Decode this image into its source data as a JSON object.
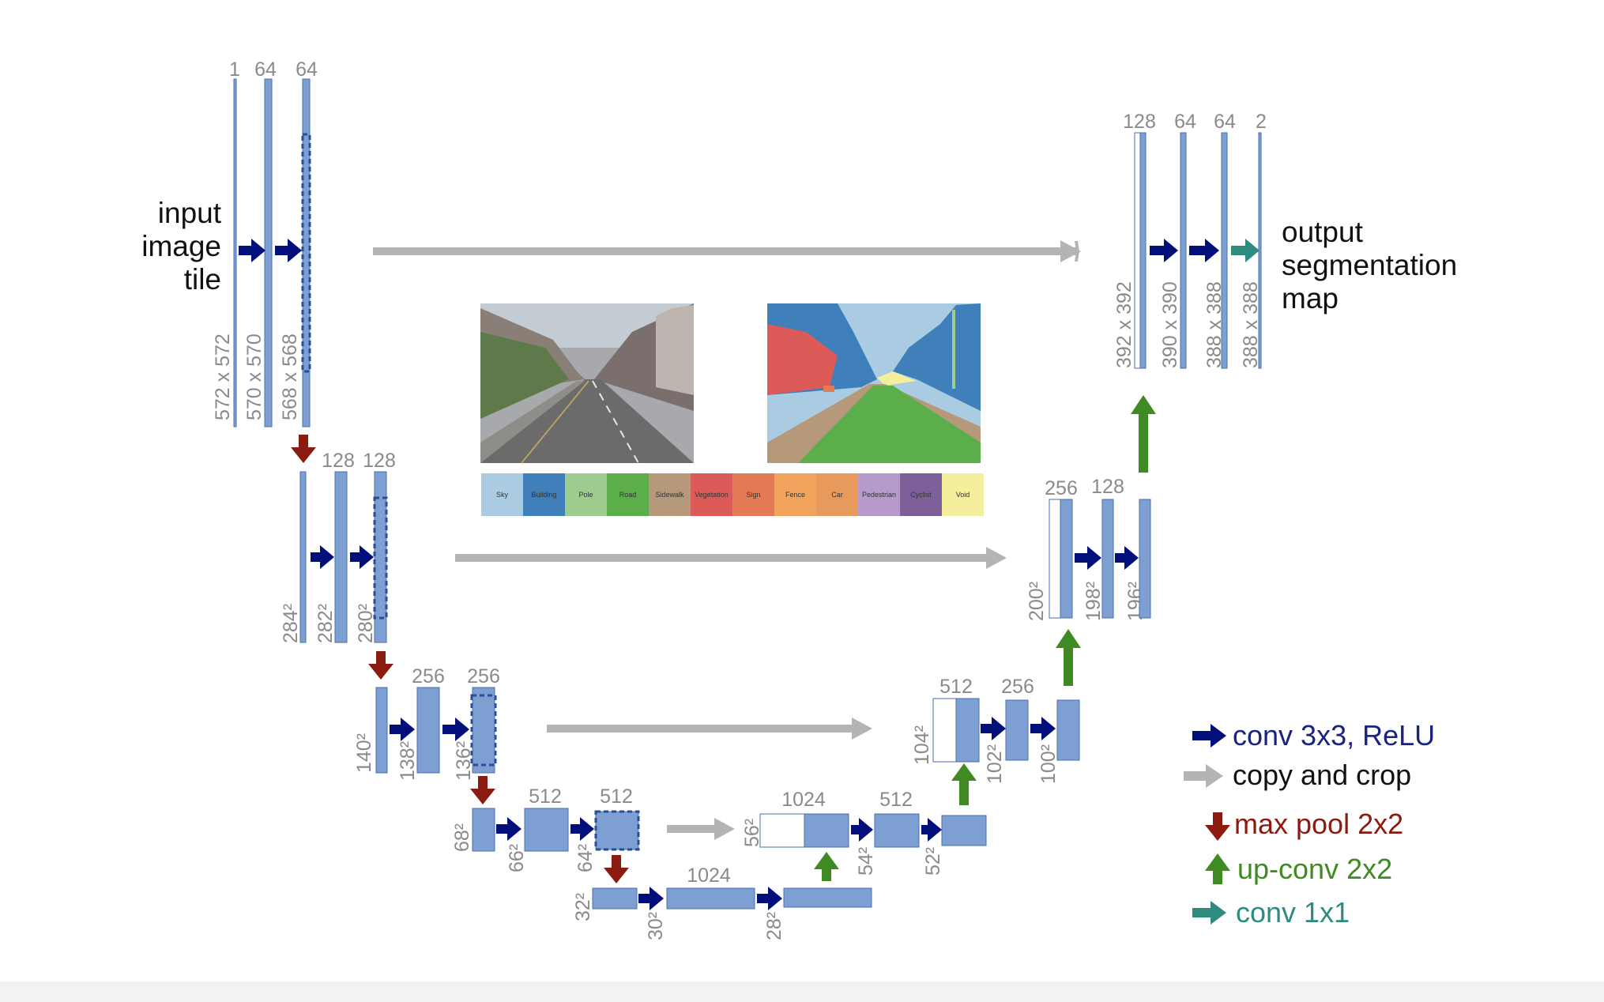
{
  "colors": {
    "feature_map": "#7d9fd1",
    "feature_map_stroke": "#4a6fb0",
    "copy_map_fill": "#ffffff",
    "conv": "#000f7a",
    "copy": "#b4b4b4",
    "pool": "#8b1a10",
    "upconv": "#3f8a22",
    "conv1x1": "#2e8b80",
    "text_gray": "#8a8a8a"
  },
  "input_caption": [
    "input",
    "image",
    "tile"
  ],
  "output_caption": [
    "output",
    "segmentation",
    "map"
  ],
  "channel_labels": {
    "l1": [
      "1",
      "64",
      "64"
    ],
    "l2": [
      "128",
      "128"
    ],
    "l3": [
      "256",
      "256"
    ],
    "l4": [
      "512",
      "512"
    ],
    "l5": [
      "1024"
    ],
    "u4": [
      "1024",
      "512"
    ],
    "u3": [
      "512",
      "256"
    ],
    "u2": [
      "256",
      "128"
    ],
    "u1": [
      "128",
      "64",
      "64",
      "2"
    ]
  },
  "size_labels": {
    "l1": [
      "572 x 572",
      "570 x 570",
      "568 x 568"
    ],
    "l2": [
      "284²",
      "282²",
      "280²"
    ],
    "l3": [
      "140²",
      "138²",
      "136²"
    ],
    "l4": [
      "68²",
      "66²",
      "64²"
    ],
    "l5": [
      "32²",
      "30²",
      "28²"
    ],
    "u4": [
      "56²",
      "54²",
      "52²"
    ],
    "u3": [
      "104²",
      "102²",
      "100²"
    ],
    "u2": [
      "200²",
      "198²",
      "196²"
    ],
    "u1": [
      "392 x 392",
      "390 x 390",
      "388 x 388",
      "388 x 388"
    ]
  },
  "segmentation_classes": [
    {
      "name": "Sky",
      "color": "#a9cce3"
    },
    {
      "name": "Building",
      "color": "#3f7fba"
    },
    {
      "name": "Pole",
      "color": "#9ccc8e"
    },
    {
      "name": "Road",
      "color": "#5cae4b"
    },
    {
      "name": "Sidewalk",
      "color": "#b5997a"
    },
    {
      "name": "Vegetation",
      "color": "#dc5b58"
    },
    {
      "name": "Sign",
      "color": "#e57b56"
    },
    {
      "name": "Fence",
      "color": "#f3a45c"
    },
    {
      "name": "Car",
      "color": "#e89a5c"
    },
    {
      "name": "Pedestrian",
      "color": "#b59acb"
    },
    {
      "name": "Cyclist",
      "color": "#7f5f99"
    },
    {
      "name": "Void",
      "color": "#f3ef9c"
    }
  ],
  "legend": [
    {
      "label": "conv 3x3, ReLU",
      "color": "#1a237e",
      "kind": "conv"
    },
    {
      "label": "copy and crop",
      "color": "#111111",
      "kind": "copy"
    },
    {
      "label": "max pool 2x2",
      "color": "#8b1a10",
      "kind": "pool"
    },
    {
      "label": "up-conv 2x2",
      "color": "#3f8a22",
      "kind": "upconv"
    },
    {
      "label": "conv 1x1",
      "color": "#2e8b80",
      "kind": "conv1x1"
    }
  ]
}
